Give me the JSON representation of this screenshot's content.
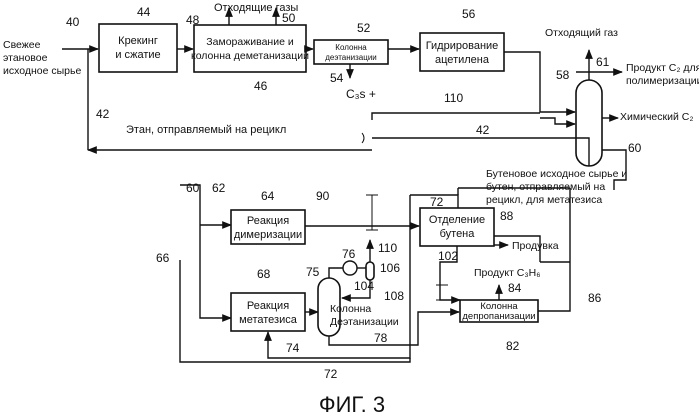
{
  "boxes": {
    "cracking": [
      "Крекинг",
      "и сжатие"
    ],
    "freezing": [
      "Замораживание и",
      "колонна деметанизации"
    ],
    "deethanizer": [
      "Колонна",
      "деэтанизации"
    ],
    "hydrogenation": [
      "Гидрирование",
      "ацетилена"
    ],
    "dimerization": [
      "Реакция",
      "димеризации"
    ],
    "butene_sep": [
      "Отделение",
      "бутена"
    ],
    "metathesis": [
      "Реакция",
      "метатезиса"
    ],
    "depropanizer": [
      "Колонна",
      "депропанизации"
    ]
  },
  "labels": {
    "fresh_feed": [
      "Свежее",
      "этановое",
      "исходное сырье"
    ],
    "offgases": "Отходящие газы",
    "offgas": "Отходящий газ",
    "product_c2": [
      "Продукт C₂ для",
      "полимеризации"
    ],
    "chemical_c2": "Химический C₂",
    "ethane_recycle": "Этан, отправляемый на рецикл",
    "c3s": "C₃s +",
    "butene_feed": [
      "Бутеновое исходное сырье и",
      "бутен, отправляемый на",
      "рецикл, для метатезиса"
    ],
    "purge": "Продувка",
    "product_c3": "Продукт C₃H₆",
    "deethanizer_col": [
      "Колонна",
      "Деэтанизации"
    ],
    "figure_caption": "ФИГ. 3"
  },
  "refs": {
    "r40": "40",
    "r42a": "42",
    "r44": "44",
    "r46": "46",
    "r48": "48",
    "r50": "50",
    "r52": "52",
    "r54": "54",
    "r56": "56",
    "r58": "58",
    "r61": "61",
    "r110a": "110",
    "r42b": "42",
    "r60a": "60",
    "r60b": "60",
    "r62": "62",
    "r64": "64",
    "r90": "90",
    "r72a": "72",
    "r88": "88",
    "r66": "66",
    "r68": "68",
    "r76": "76",
    "r104": "104",
    "r110b": "110",
    "r106": "106",
    "r75": "75",
    "r108": "108",
    "r102": "102",
    "r84": "84",
    "r86": "86",
    "r78": "78",
    "r74": "74",
    "r82": "82",
    "r72b": "72"
  }
}
